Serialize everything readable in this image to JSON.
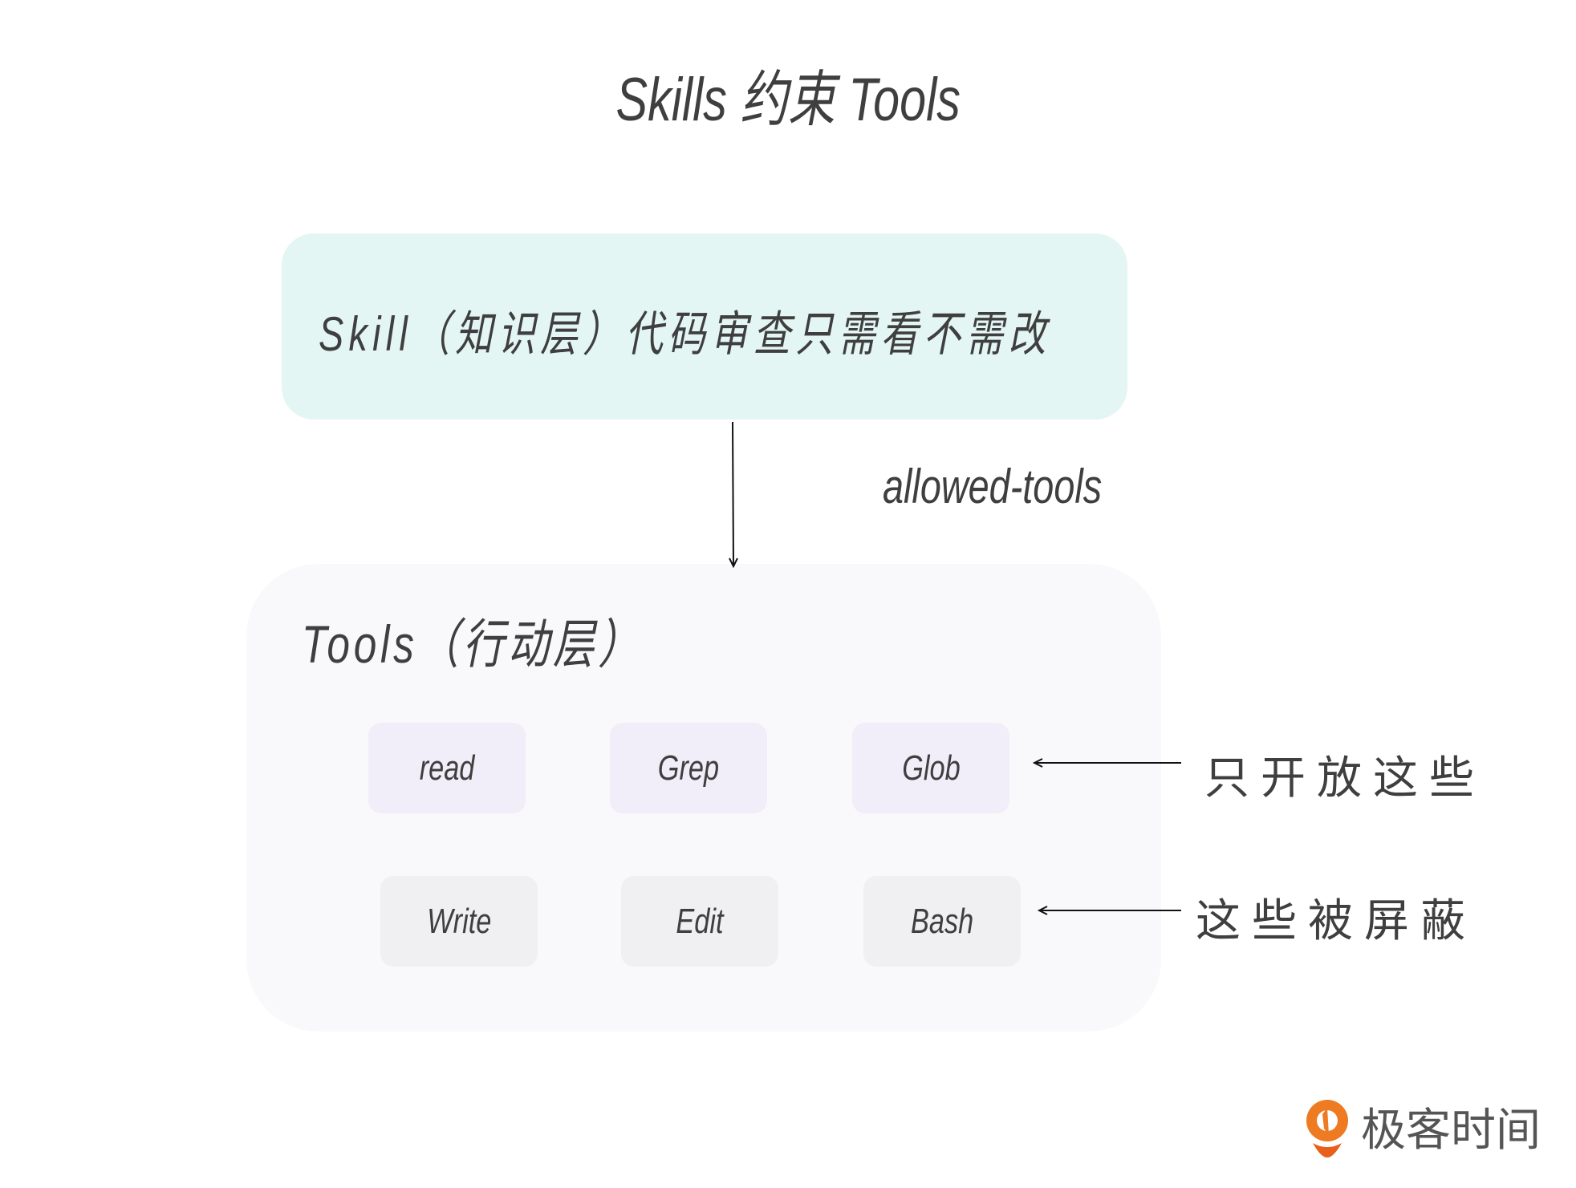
{
  "title": "Skills 约束 Tools",
  "skill_layer": {
    "text": "Skill（知识层）代码审查只需看不需改"
  },
  "edge_label": "allowed-tools",
  "tools_layer": {
    "label": "Tools（行动层）",
    "allowed_tools": [
      "read",
      "Grep",
      "Glob"
    ],
    "blocked_tools": [
      "Write",
      "Edit",
      "Bash"
    ]
  },
  "annotations": {
    "allowed": "只开放这些",
    "blocked": "这些被屏蔽"
  },
  "logo": {
    "text": "极客时间"
  },
  "colors": {
    "skill_bg": "#e3f6f3",
    "tools_bg": "#f9f9fb",
    "allowed_chip": "#f1eef9",
    "blocked_chip": "#f0f0f2",
    "logo_orange": "#ee7a22"
  }
}
